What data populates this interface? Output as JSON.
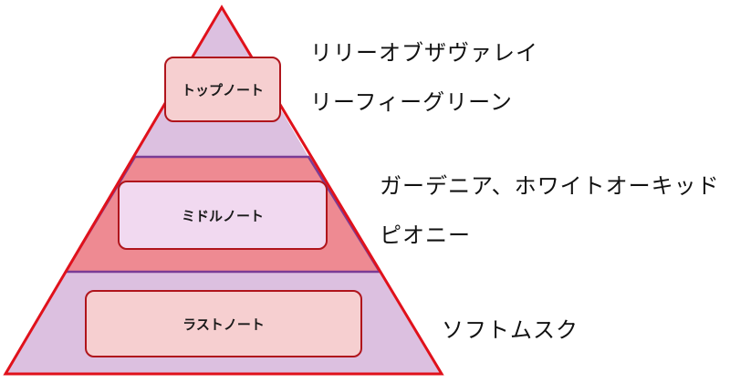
{
  "colors": {
    "top_fill": "#dcc0e0",
    "middle_fill": "#ee8a92",
    "bottom_fill": "#dcc0e0",
    "outline_red": "#e0111b",
    "divider_purple": "#7a3c95",
    "label_box_border": "#b0151c",
    "top_label_fill": "#f6cfd0",
    "middle_label_fill": "#f1d9f0",
    "bottom_label_fill": "#f6cfd0"
  },
  "tiers": {
    "top": {
      "label": "トップノート",
      "notes": [
        "リリーオブザヴァレイ",
        "リーフィーグリーン"
      ]
    },
    "middle": {
      "label": "ミドルノート",
      "notes": [
        "ガーデニア、ホワイトオーキッド",
        "ピオニー"
      ]
    },
    "bottom": {
      "label": "ラストノート",
      "notes": [
        "ソフトムスク"
      ]
    }
  }
}
